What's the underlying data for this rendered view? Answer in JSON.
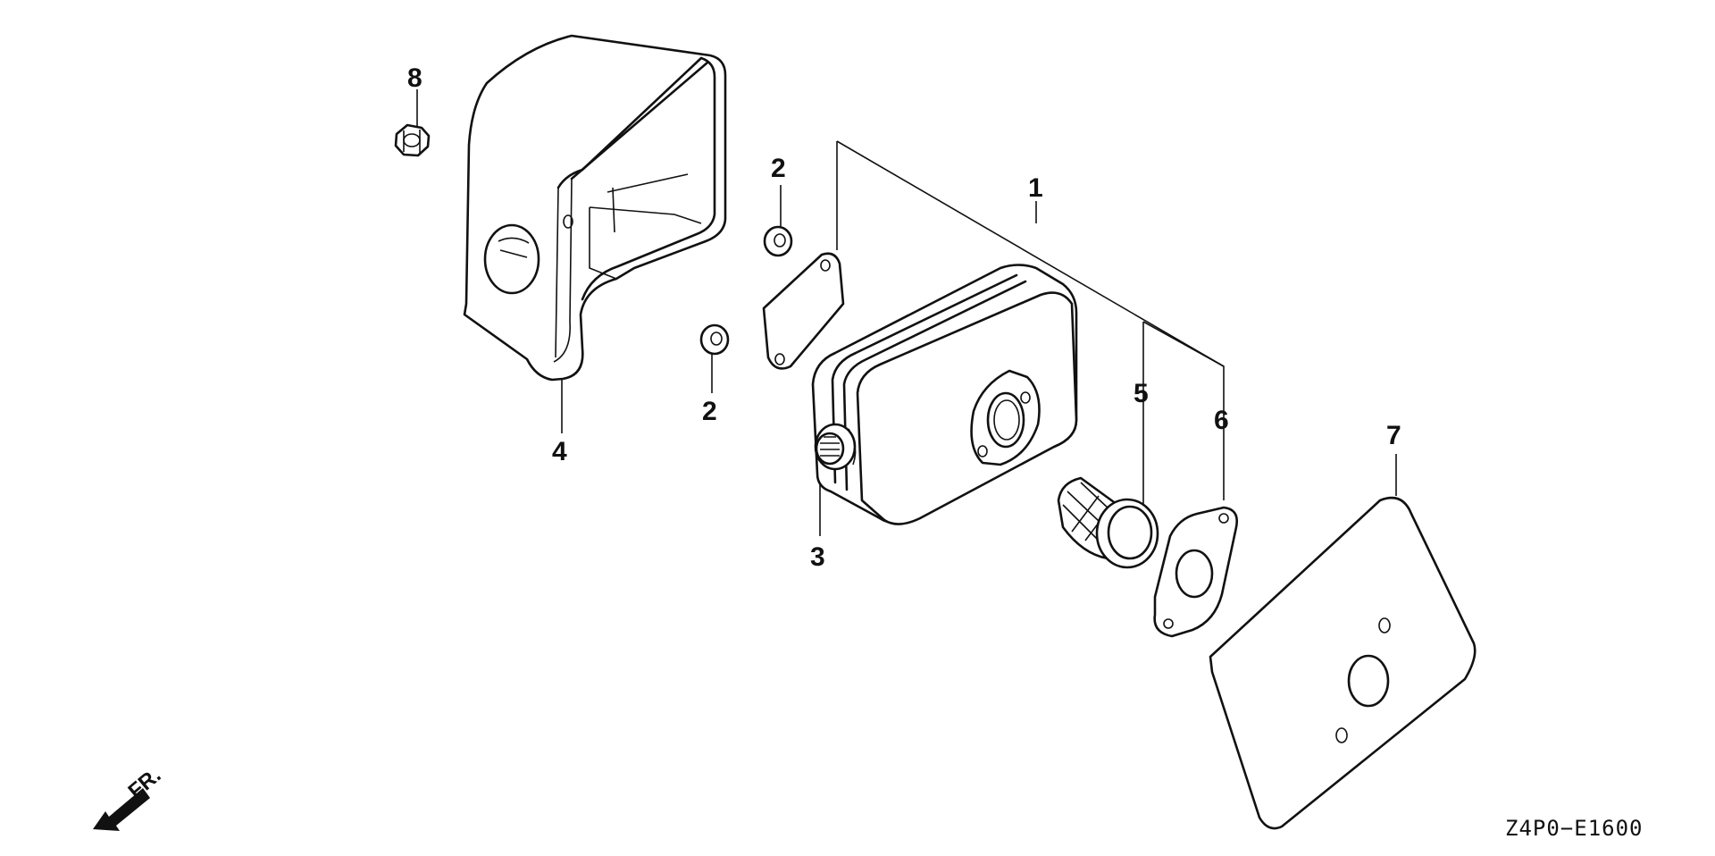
{
  "diagram": {
    "callouts": {
      "c1": "1",
      "c2a": "2",
      "c2b": "2",
      "c3": "3",
      "c4": "4",
      "c5": "5",
      "c6": "6",
      "c7": "7",
      "c8": "8"
    },
    "direction_label": "FR.",
    "diagram_code": "Z4P0−E1600",
    "icons": [
      "front-direction-arrow-icon"
    ]
  }
}
